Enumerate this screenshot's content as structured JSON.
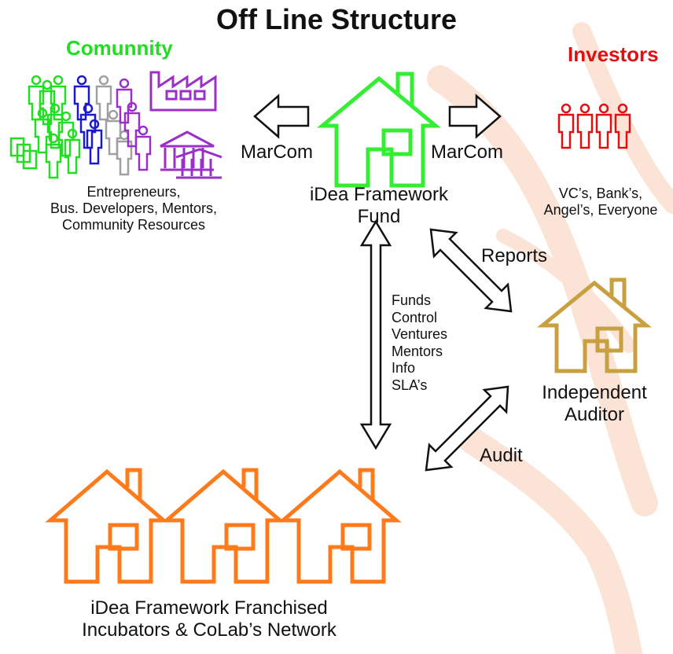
{
  "title": "Off Line Structure",
  "community": {
    "heading": "Comunnity",
    "caption": [
      "Entrepreneurs,",
      "Bus. Developers, Mentors,",
      "Community Resources"
    ]
  },
  "investors": {
    "heading": "Investors",
    "caption": [
      "VC’s, Bank’s,",
      "Angel’s, Everyone"
    ]
  },
  "fund": {
    "label": [
      "iDea Framework",
      "Fund"
    ]
  },
  "marcom_left": "MarCom",
  "marcom_right": "MarCom",
  "reports_label": "Reports",
  "audit_label": "Audit",
  "flows": [
    "Funds",
    "Control",
    "Ventures",
    "Mentors",
    "Info",
    "SLA’s"
  ],
  "auditor": {
    "label": [
      "Independent",
      "Auditor"
    ]
  },
  "network": {
    "label": [
      "iDea Framework Franchised",
      "Incubators & CoLab’s Network"
    ]
  },
  "colors": {
    "community": "#22dd22",
    "investors": "#dd1111",
    "fund_house": "#33ee33",
    "auditor_house": "#c8a040",
    "network_house": "#ff7a1a",
    "watermark": "#fbe3d6",
    "people_green": "#22dd22",
    "people_blue": "#1a1acc",
    "people_gray": "#a0a0a0",
    "people_purple": "#9a30c8"
  }
}
